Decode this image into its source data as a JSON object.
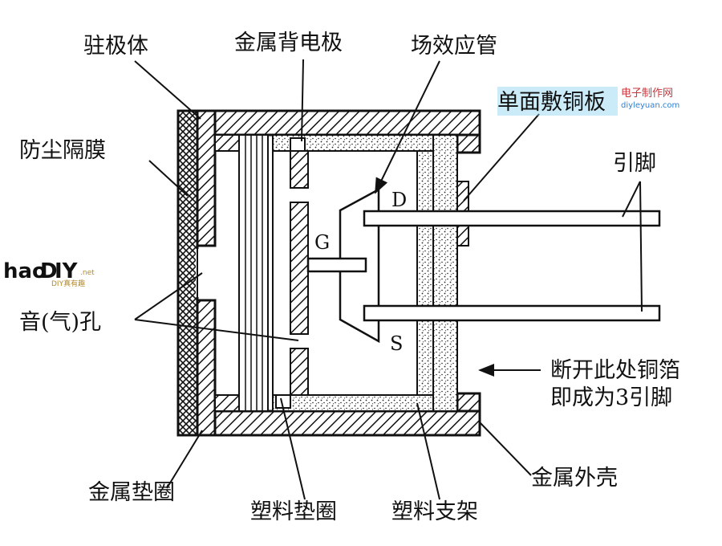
{
  "labels": {
    "electret": "驻极体",
    "metal_back_electrode": "金属背电极",
    "fet": "场效应管",
    "single_sided_copper_board": "单面敷铜板",
    "dust_membrane": "防尘隔膜",
    "pins": "引脚",
    "sound_hole": "音(气)孔",
    "break_copper_line1": "断开此处铜箔",
    "break_copper_line2": "即成为3引脚",
    "metal_gasket": "金属垫圈",
    "plastic_gasket": "塑料垫圈",
    "plastic_bracket": "塑料支架",
    "metal_shell": "金属外壳"
  },
  "pin_letters": {
    "drain": "D",
    "gate": "G",
    "source": "S"
  },
  "watermarks": {
    "diy_site_name": "电子制作网",
    "diy_site_url": "diyleyuan.com",
    "hao": "hao",
    "d": "D",
    "iy": "IY",
    "net": ".net",
    "hao_sub": "DIY真有趣"
  }
}
